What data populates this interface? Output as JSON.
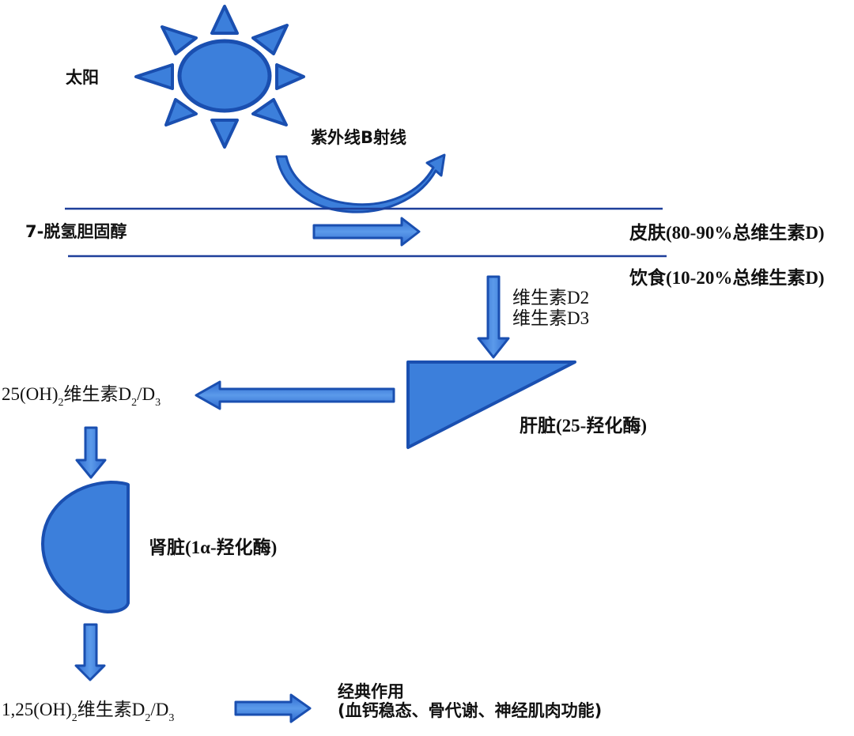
{
  "diagram": {
    "title": "Vitamin D metabolism pathway",
    "colors": {
      "fill": "#3c7fdb",
      "stroke": "#1a4fb0",
      "line": "#1e3f9a",
      "text": "#111111"
    },
    "labels": {
      "sun": "太阳",
      "uvb": "紫外线B射线",
      "precursor": "7-脱氢胆固醇",
      "skin": "皮肤(80-90%总维生素D)",
      "diet": "饮食(10-20%总维生素D)",
      "vitamin_d2": "维生素D2",
      "vitamin_d3": "维生素D3",
      "liver": "肝脏(25-羟化酶)",
      "kidney": "肾脏(1α-羟化酶)",
      "classic_role_title": "经典作用",
      "classic_role_detail": "(血钙稳态、骨代谢、神经肌肉功能)"
    },
    "metabolite_25": {
      "prefix": "25(OH)",
      "prefix_sub": "2",
      "name": "维生素D",
      "d2_sub": "2",
      "slash": "/D",
      "d3_sub": "3"
    },
    "metabolite_125": {
      "prefix": "1,25(OH)",
      "prefix_sub": "2",
      "name": "维生素D",
      "d2_sub": "2",
      "slash": "/D",
      "d3_sub": "3"
    },
    "nodes": [
      {
        "id": "sun",
        "shape": "sun-icon"
      },
      {
        "id": "skin-layer",
        "shape": "two-lines"
      },
      {
        "id": "liver",
        "shape": "right-triangle"
      },
      {
        "id": "kidney",
        "shape": "half-circle"
      }
    ],
    "edges": [
      {
        "from": "sun",
        "to": "skin",
        "label": "紫外线B射线",
        "style": "curved"
      },
      {
        "from": "7-脱氢胆固醇",
        "to": "皮肤",
        "style": "right"
      },
      {
        "from": "diet",
        "to": "liver",
        "label": "维生素D2 / 维生素D3",
        "style": "down"
      },
      {
        "from": "liver",
        "to": "25(OH)2维生素D2/D3",
        "style": "left"
      },
      {
        "from": "25(OH)2维生素D2/D3",
        "to": "kidney",
        "style": "down"
      },
      {
        "from": "kidney",
        "to": "1,25(OH)2维生素D2/D3",
        "style": "down"
      },
      {
        "from": "1,25(OH)2维生素D2/D3",
        "to": "经典作用",
        "style": "right"
      }
    ]
  }
}
